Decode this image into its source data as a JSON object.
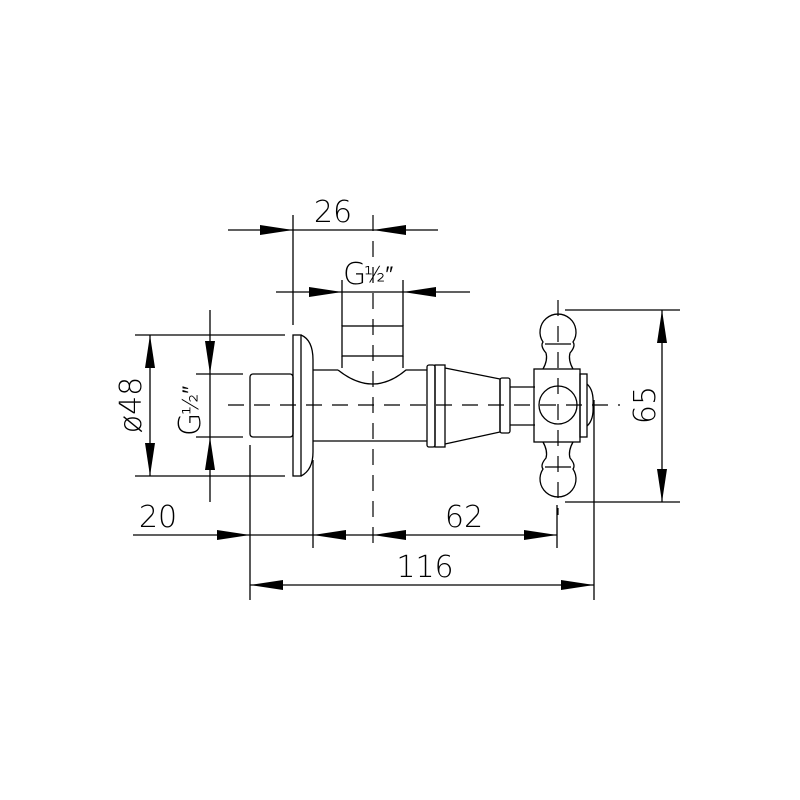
{
  "dimensions": {
    "top_width": "26",
    "top_thread": "G",
    "top_thread_fraction": "½″",
    "flange_diameter": "ø48",
    "inlet_thread": "G",
    "inlet_thread_fraction": "½″",
    "handle_height": "65",
    "inlet_length": "20",
    "outlet_to_handle": "62",
    "overall_length": "116"
  }
}
